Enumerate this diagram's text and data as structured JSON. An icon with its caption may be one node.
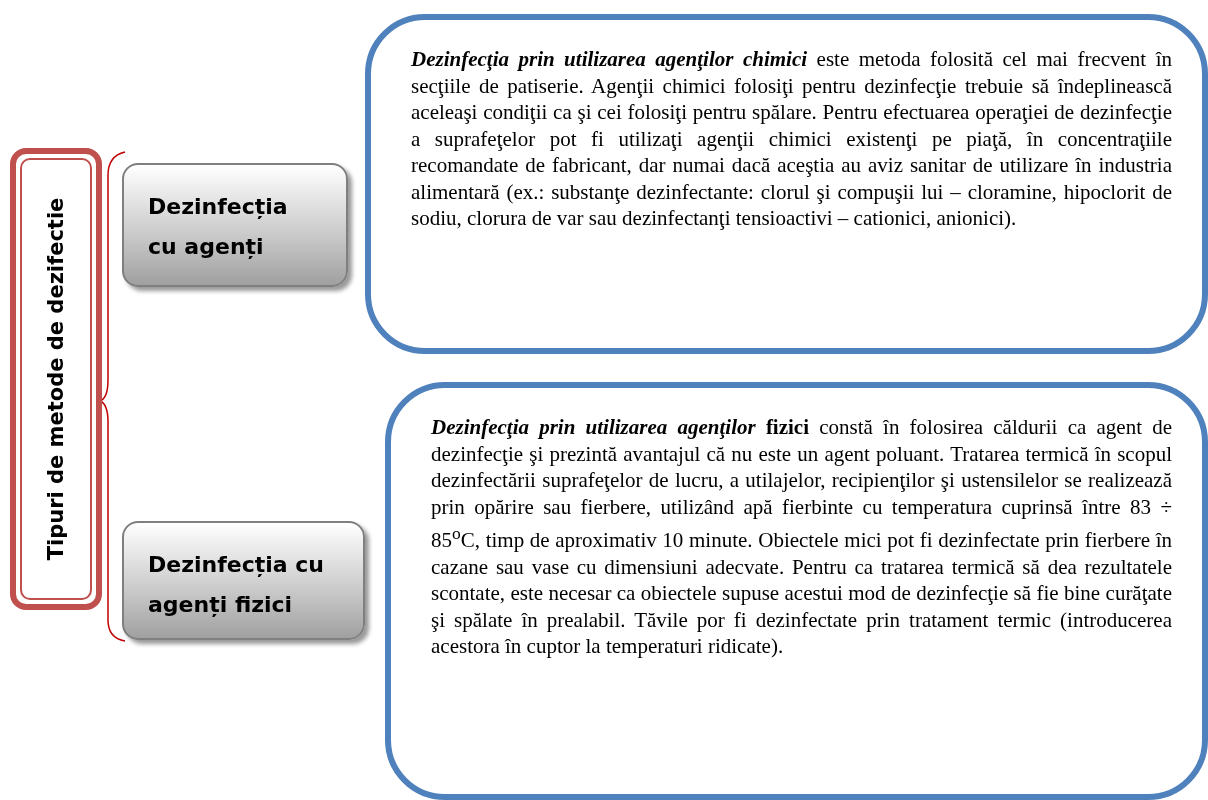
{
  "diagram": {
    "nodes": [
      {
        "text": [
          "Tipuri de metode de dezifectie"
        ]
      },
      {
        "text": [
          "Dezinfecția cu agenți"
        ]
      },
      {
        "text": [
          "Dezinfecția cu agenți fizici"
        ]
      },
      {
        "text": [
          "*Dezinfecţia prin utilizarea agenţilor chimici* este metoda folosită cel mai frecvent în secţiile de patiserie. Agenţii chimici folosiţi pentru dezinfecţie trebuie să îndeplinească aceleaşi condiţii ca şi cei folosiţi pentru spălare. Pentru efectuarea operaţiei de dezinfecţie a suprafeţelor pot fi utilizaţi agenţii chimici existenţi pe piaţă, în concentraţiile recomandate de fabricant, dar numai dacă aceştia au aviz sanitar de utilizare în industria alimentară (ex.: substanţe dezinfectante: clorul şi compuşii lui – cloramine, hipoclorit de sodiu, clorura de var sau dezinfectanţi tensioactivi – cationici, anionici)."
        ]
      },
      {
        "text": [
          "*Dezinfecţia prin utilizarea agenţilor* **fizici** constă în folosirea căldurii ca agent de dezinfecţie şi prezintă avantajul că nu este un agent poluant. Tratarea termică în scopul dezinfectării suprafeţelor de lucru, a utilajelor, recipienţilor şi ustensilelor se realizează prin opărire sau fierbere, utilizând apă fierbinte cu temperatura cuprinsă între 83 ÷ 85$^{o}$C, timp de aproximativ 10 minute. Obiectele mici pot fi dezinfectate prin fierbere în cazane sau vase cu dimensiuni adecvate. Pentru ca tratarea termică să dea rezultatele scontate, este necesar ca obiectele supuse acestui mod de dezinfecţie să fie bine curăţate şi spălate în prealabil. Tăvile por fi dezinfectate prin tratament termic (introducerea acestora în cuptor la temperaturi ridicate)."
        ]
      }
    ]
  }
}
